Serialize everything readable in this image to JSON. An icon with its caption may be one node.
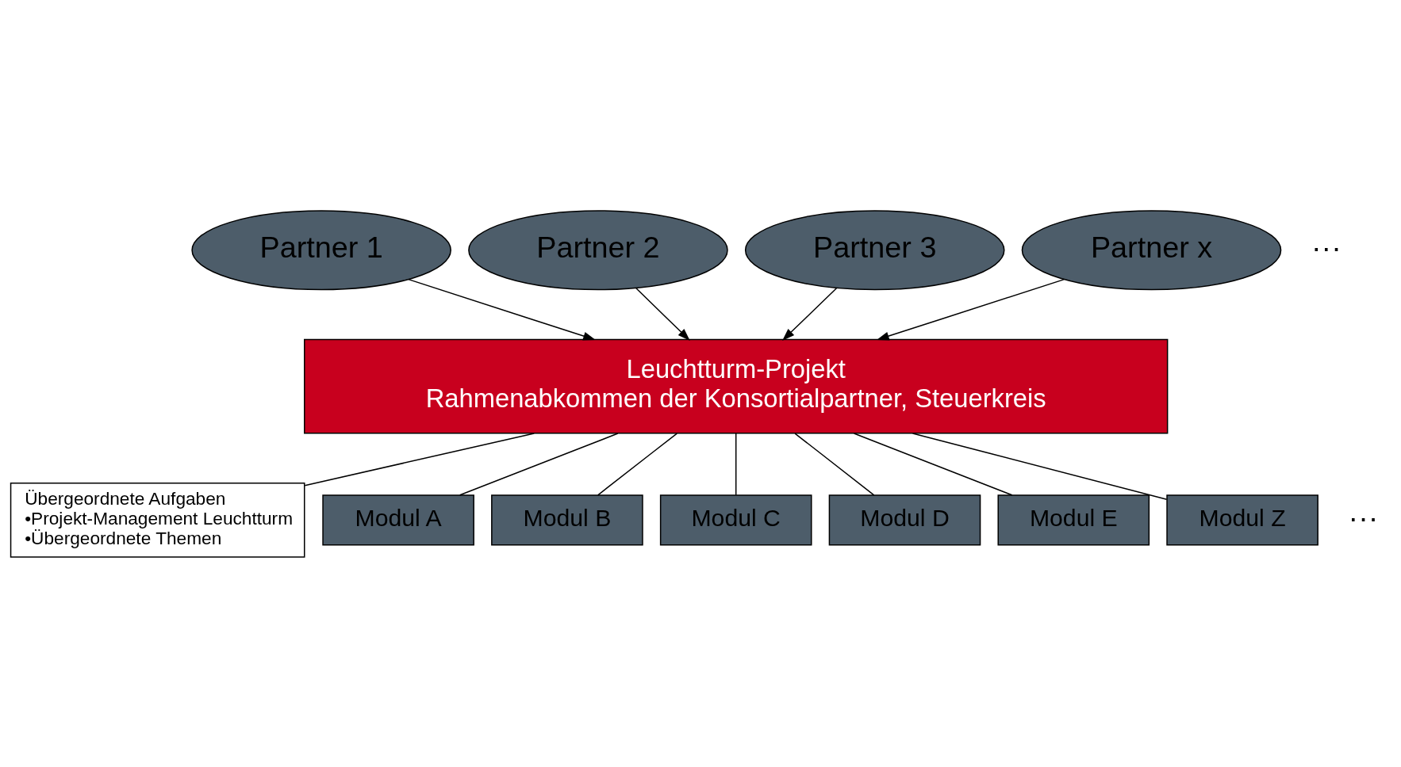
{
  "diagram": {
    "nodes": [
      {
        "text": [
          "Partner 1"
        ]
      },
      {
        "text": [
          "Partner 2"
        ]
      },
      {
        "text": [
          "Partner 3"
        ]
      },
      {
        "text": [
          "Partner x"
        ]
      },
      {
        "text": [
          "Leuchtturm-Projekt",
          "Rahmenabkommen der Konsortialpartner, Steuerkreis"
        ]
      },
      {
        "text": [
          "Übergeordnete Aufgaben",
          "•Projekt-Management Leuchtturm",
          "•Übergeordnete Themen"
        ]
      },
      {
        "text": [
          "Modul A"
        ]
      },
      {
        "text": [
          "Modul B"
        ]
      },
      {
        "text": [
          "Modul C"
        ]
      },
      {
        "text": [
          "Modul D"
        ]
      },
      {
        "text": [
          "Modul E"
        ]
      },
      {
        "text": [
          "Modul Z"
        ]
      }
    ],
    "edges": [
      {
        "from": 0,
        "to": 4,
        "arrow": "to"
      },
      {
        "from": 1,
        "to": 4,
        "arrow": "to"
      },
      {
        "from": 2,
        "to": 4,
        "arrow": "to"
      },
      {
        "from": 3,
        "to": 4,
        "arrow": "to"
      },
      {
        "from": 4,
        "to": 5,
        "arrow": "none"
      },
      {
        "from": 4,
        "to": 6,
        "arrow": "none"
      },
      {
        "from": 4,
        "to": 7,
        "arrow": "none"
      },
      {
        "from": 4,
        "to": 8,
        "arrow": "none"
      },
      {
        "from": 4,
        "to": 9,
        "arrow": "none"
      },
      {
        "from": 4,
        "to": 10,
        "arrow": "none"
      },
      {
        "from": 4,
        "to": 11,
        "arrow": "none"
      }
    ],
    "labels": [
      "···",
      "···"
    ]
  }
}
